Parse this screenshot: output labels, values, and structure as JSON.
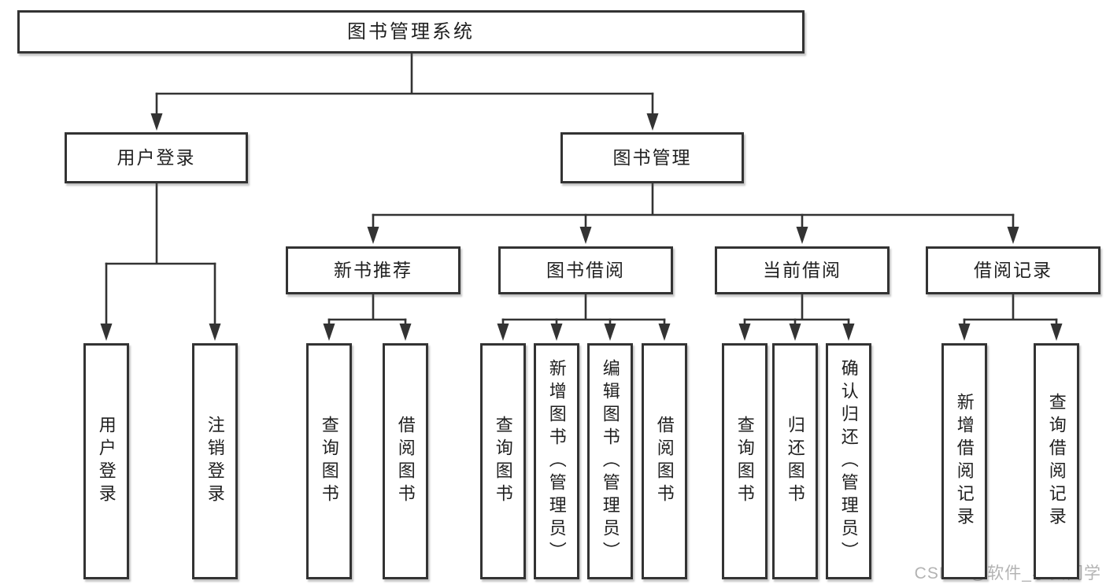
{
  "diagram_title": "图书管理系统",
  "tree": {
    "root": {
      "label": "图书管理系统"
    },
    "level2": [
      {
        "label": "用户登录"
      },
      {
        "label": "图书管理"
      }
    ],
    "level3": [
      {
        "label": "新书推荐"
      },
      {
        "label": "图书借阅"
      },
      {
        "label": "当前借阅"
      },
      {
        "label": "借阅记录"
      }
    ],
    "leaves": {
      "user_login": [
        {
          "label": "用户登录"
        },
        {
          "label": "注销登录"
        }
      ],
      "new_book": [
        {
          "label": "查询图书"
        },
        {
          "label": "借阅图书"
        }
      ],
      "book_borrow": [
        {
          "label": "查询图书"
        },
        {
          "label": "新增图书（管理员）"
        },
        {
          "label": "编辑图书（管理员）"
        },
        {
          "label": "借阅图书"
        }
      ],
      "current_borrow": [
        {
          "label": "查询图书"
        },
        {
          "label": "归还图书"
        },
        {
          "label": "确认归还（管理员）"
        }
      ],
      "borrow_records": [
        {
          "label": "新增借阅记录"
        },
        {
          "label": "查询借阅记录"
        }
      ]
    }
  },
  "watermark": {
    "text": "CSDN @软件_小贺同学"
  },
  "colors": {
    "line": "#333333",
    "text": "#1f1f1f",
    "watermark": "#b3b3b3",
    "background": "#ffffff"
  }
}
